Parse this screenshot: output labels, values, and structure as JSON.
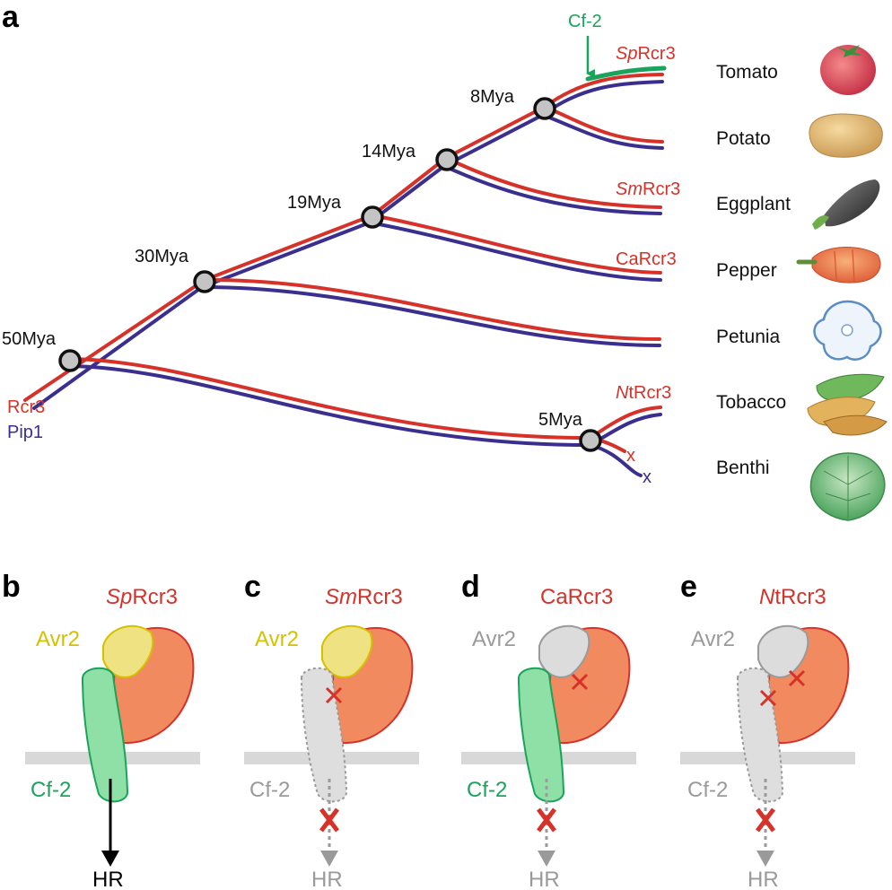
{
  "panel_a": {
    "letter": "a",
    "nodes": [
      "50Mya",
      "30Mya",
      "19Mya",
      "14Mya",
      "8Mya",
      "5Mya"
    ],
    "legend": {
      "red": "Rcr3",
      "blue": "Pip1"
    },
    "arrow_label": "Cf-2",
    "rcr3_labels": {
      "sp": {
        "italic": "Sp",
        "rest": "Rcr3"
      },
      "sm": {
        "italic": "Sm",
        "rest": "Rcr3"
      },
      "ca": "CaRcr3",
      "nt": {
        "italic": "N",
        "rest": "tRcr3"
      }
    },
    "loss_marks": [
      "x",
      "x"
    ],
    "species": [
      "Tomato",
      "Potato",
      "Eggplant",
      "Pepper",
      "Petunia",
      "Tobacco",
      "Benthi"
    ]
  },
  "panels": [
    {
      "letter": "b",
      "title": {
        "italic": "Sp",
        "rest": "Rcr3"
      },
      "avr2": "Avr2",
      "cf2": "Cf-2",
      "hr": "HR"
    },
    {
      "letter": "c",
      "title": {
        "italic": "Sm",
        "rest": "Rcr3"
      },
      "avr2": "Avr2",
      "cf2": "Cf-2",
      "hr": "HR"
    },
    {
      "letter": "d",
      "title": {
        "italic": "",
        "rest": "CaRcr3"
      },
      "avr2": "Avr2",
      "cf2": "Cf-2",
      "hr": "HR"
    },
    {
      "letter": "e",
      "title": {
        "italic": "N",
        "rest": "tRcr3"
      },
      "avr2": "Avr2",
      "cf2": "Cf-2",
      "hr": "HR"
    }
  ],
  "colors": {
    "rcr3": "#d6322a",
    "pip1": "#3a2f8f",
    "cf2": "#1aa35a",
    "avr2": "#d4c100",
    "inactive": "#9a9a9a"
  }
}
